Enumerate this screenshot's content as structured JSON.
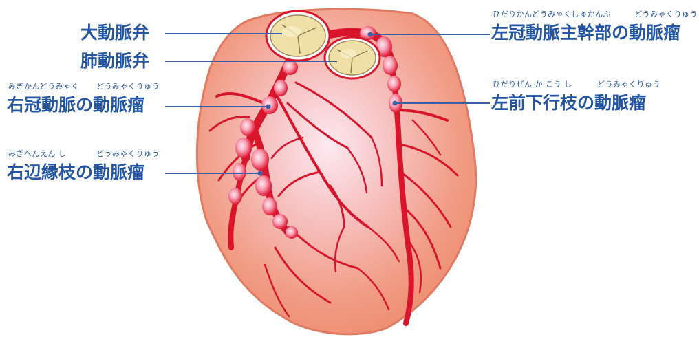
{
  "labels": {
    "aortic_valve": "大動脈弁",
    "pulmonary_valve": "肺動脈弁",
    "right_coronary": "右冠動脈の動脈瘤",
    "right_coronary_ruby_a": "みぎかんどうみゃく",
    "right_coronary_ruby_b": "どうみゃくりゅう",
    "right_marginal": "右辺縁枝の動脈瘤",
    "right_marginal_ruby_a": "みぎへんえん し",
    "right_marginal_ruby_b": "どうみゃくりゅう",
    "left_main": "左冠動脈主幹部の動脈瘤",
    "left_main_ruby_a": "ひだりかんどうみゃくしゅかんぶ",
    "left_main_ruby_b": "どうみゃくりゅう",
    "lad": "左前下行枝の動脈瘤",
    "lad_ruby_a": "ひだりぜん か こう し",
    "lad_ruby_b": "どうみゃくりゅう"
  },
  "colors": {
    "label_text": "#2456a4",
    "leader_line": "#3a5fa8",
    "heart_fill": "#f09a7e",
    "heart_outline": "#e07a62",
    "artery": "#d9152c",
    "aneurysm_highlight": "#ffd2dc",
    "valve_leaflet": "#eee0a6"
  }
}
